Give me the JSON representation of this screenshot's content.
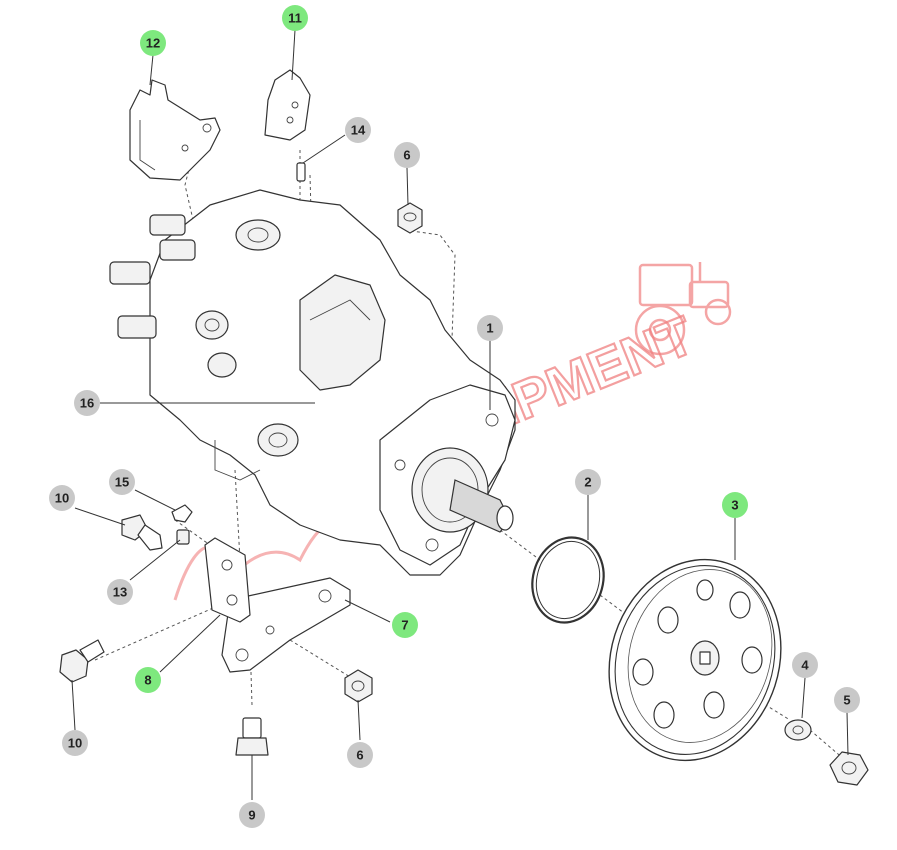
{
  "diagram": {
    "watermark": {
      "text": "EQUIPMENT"
    },
    "colors": {
      "highlight": "#7ee87e",
      "callout": "#c8c8c8",
      "watermark": "#f08080"
    },
    "callouts": [
      {
        "number": "1",
        "highlighted": false
      },
      {
        "number": "2",
        "highlighted": false
      },
      {
        "number": "3",
        "highlighted": true
      },
      {
        "number": "4",
        "highlighted": false
      },
      {
        "number": "5",
        "highlighted": false
      },
      {
        "number": "6",
        "highlighted": false
      },
      {
        "number": "6",
        "highlighted": false
      },
      {
        "number": "7",
        "highlighted": true
      },
      {
        "number": "8",
        "highlighted": true
      },
      {
        "number": "9",
        "highlighted": false
      },
      {
        "number": "10",
        "highlighted": false
      },
      {
        "number": "10",
        "highlighted": false
      },
      {
        "number": "11",
        "highlighted": true
      },
      {
        "number": "12",
        "highlighted": true
      },
      {
        "number": "13",
        "highlighted": false
      },
      {
        "number": "14",
        "highlighted": false
      },
      {
        "number": "15",
        "highlighted": false
      },
      {
        "number": "16",
        "highlighted": false
      }
    ]
  }
}
